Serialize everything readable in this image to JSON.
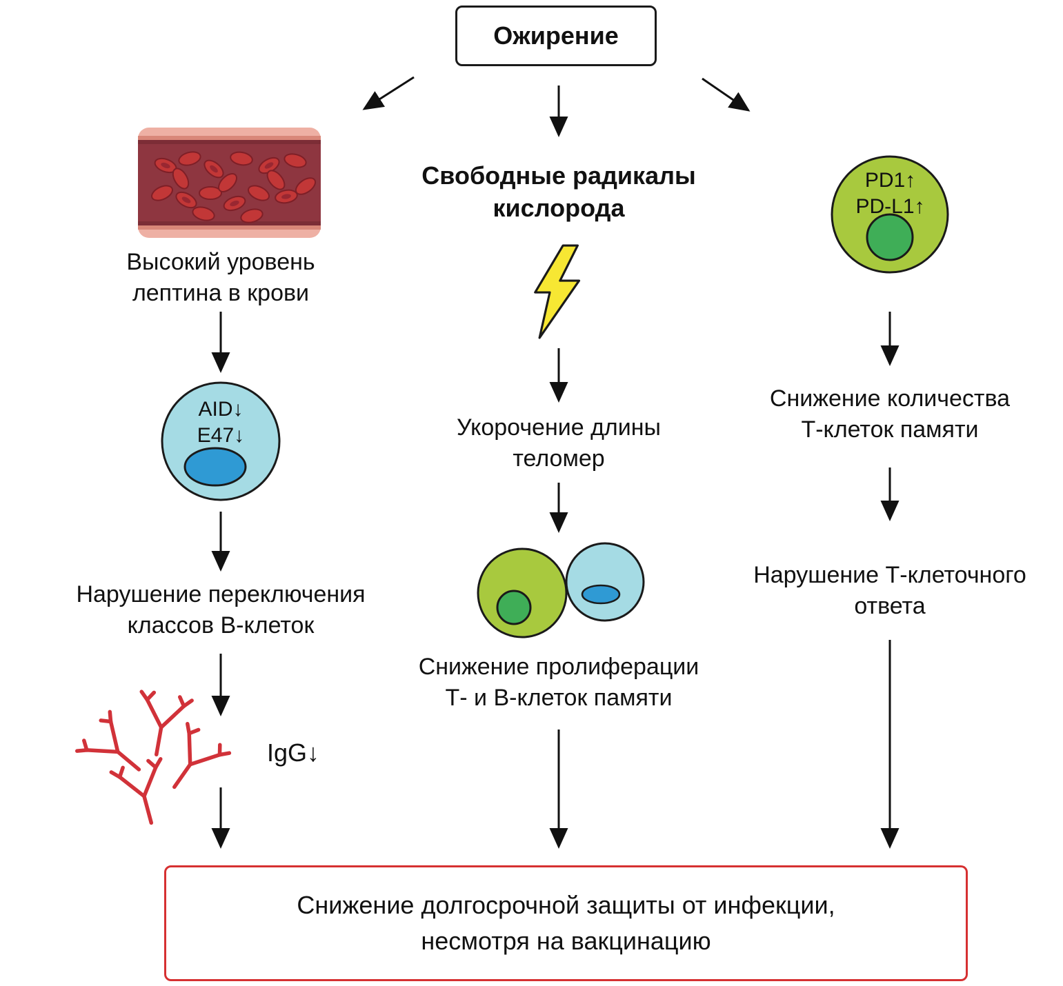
{
  "title_box": {
    "label": "Ожирение"
  },
  "left_column": {
    "vessel_caption": "Высокий уровень лептина в крови",
    "b_cell_markers": {
      "line1": "AID↓",
      "line2": "E47↓"
    },
    "class_switching": "Нарушение переключения классов B-клеток",
    "igg_label": "IgG↓"
  },
  "middle_column": {
    "heading": "Свободные радикалы кислорода",
    "telomere": "Укорочение длины теломер",
    "proliferation": "Снижение пролиферации Т- и В-клеток памяти"
  },
  "right_column": {
    "t_cell_markers": {
      "line1": "PD1↑",
      "line2": "PD-L1↑"
    },
    "t_cell_count": "Снижение количества Т-клеток памяти",
    "t_cell_response": "Нарушение Т-клеточного ответа"
  },
  "bottom_box": {
    "text": "Снижение долгосрочной защиты от инфекции, несмотря на вакцинацию"
  },
  "colors": {
    "outline": "#1a1a1a",
    "bottom_border_red": "#d63031",
    "b_cell_fill": "#a5dbe4",
    "nucleus_blue": "#2f9ad4",
    "t_cell_fill": "#a8c93e",
    "nucleus_green": "#3fae57",
    "lightning_yellow": "#f7e733",
    "antibody_red": "#d13239",
    "vessel_wall_pink": "#eeb0a4",
    "vessel_lumen_dark": "#7c2d36",
    "rbc_red": "#c23737"
  }
}
